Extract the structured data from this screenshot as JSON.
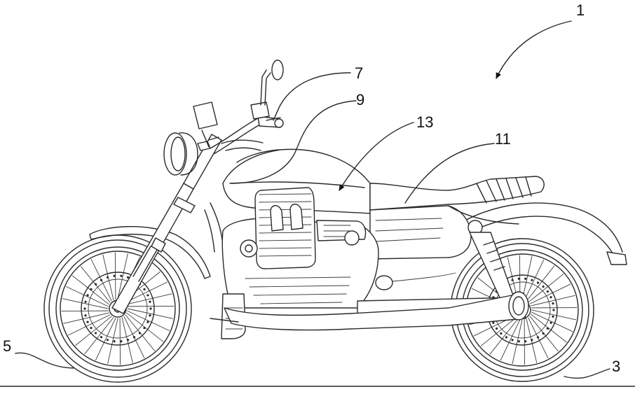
{
  "colors": {
    "line": "#2a2a2a",
    "background": "#ffffff"
  },
  "callouts": [
    {
      "id": "label-1",
      "text": "1"
    },
    {
      "id": "label-7",
      "text": "7"
    },
    {
      "id": "label-9",
      "text": "9"
    },
    {
      "id": "label-13",
      "text": "13"
    },
    {
      "id": "label-11",
      "text": "11"
    },
    {
      "id": "label-5",
      "text": "5"
    },
    {
      "id": "label-3",
      "text": "3"
    }
  ]
}
